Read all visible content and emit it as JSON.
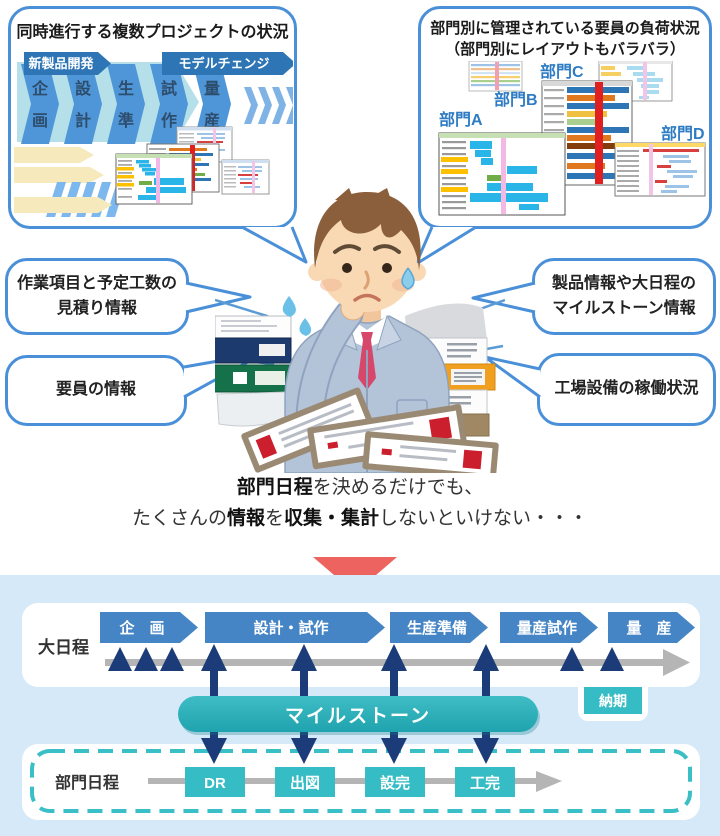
{
  "top_left_bubble": {
    "title": "同時進行する複数プロジェクトの状況",
    "banner_left": "新製品開発",
    "banner_right": "モデルチェンジ",
    "phases": [
      {
        "line1": "企",
        "line2": "画"
      },
      {
        "line1": "設",
        "line2": "計"
      },
      {
        "line1": "生",
        "line2": "準"
      },
      {
        "line1": "試",
        "line2": "作"
      },
      {
        "line1": "量",
        "line2": "産"
      }
    ]
  },
  "top_right_bubble": {
    "title_line1": "部門別に管理されている要員の負荷状況",
    "title_line2": "（部門別にレイアウトもバラバラ）",
    "dept_labels": [
      "部門A",
      "部門B",
      "部門C",
      "部門D"
    ]
  },
  "side_bubbles": {
    "left_top_line1": "作業項目と予定工数の",
    "left_top_line2": "見積り情報",
    "left_bottom": "要員の情報",
    "right_top_line1": "製品情報や大日程の",
    "right_top_line2": "マイルストーン情報",
    "right_bottom": "工場設備の稼働状況"
  },
  "summary": {
    "line1_bold": "部門日程",
    "line1_rest": "を決めるだけでも、",
    "line2_seg1": "たくさんの",
    "line2_bold1": "情報",
    "line2_seg2": "を",
    "line2_bold2": "収集・集計",
    "line2_seg3": "しないといけない・・・"
  },
  "schedule": {
    "major_label": "大日程",
    "major_phases": [
      "企　画",
      "設計・試作",
      "生産準備",
      "量産試作",
      "量　産"
    ],
    "milestone_label": "マイルストーン",
    "delivery_label": "納期",
    "dept_label": "部門日程",
    "dept_milestones": [
      "DR",
      "出図",
      "設完",
      "工完"
    ]
  },
  "colors": {
    "bubble_border": "#4a90d9",
    "banner_blue": "#2e75b6",
    "phase_chevron_blue": "#4f96d8",
    "teal_band": "#b5e0ea",
    "yellow_arrow": "#f6eabc",
    "slant_chevron_blue": "#7cb8ee",
    "dept_label_blue": "#2e7cc4",
    "section_bg": "#d6e9f8",
    "major_chevron_blue": "#4585c5",
    "navy": "#1b3c78",
    "timeline_gray": "#b5b5b5",
    "teal": "#35bcc4",
    "milestone_teal": "#2db3bd",
    "red_arrow": "#ec6360"
  }
}
